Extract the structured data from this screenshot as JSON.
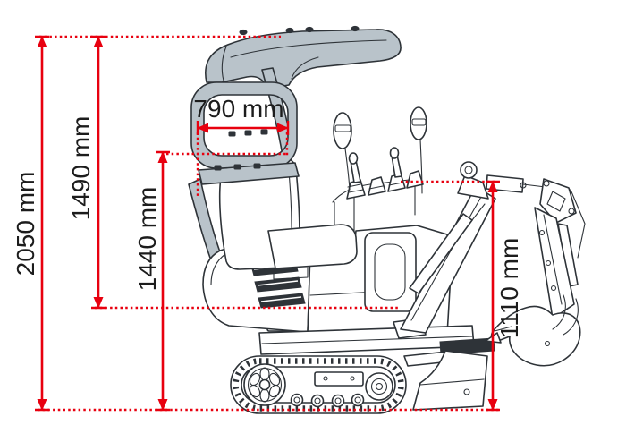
{
  "diagram": {
    "type": "technical-dimension-drawing",
    "subject": "mini excavator side view with canopy",
    "unit": "mm",
    "colors": {
      "dimension_lines": "#e8000f",
      "line_art": "#2e3338",
      "canopy_fill": "#b9c3ca"
    },
    "dimensions": {
      "overall_height": {
        "label": "2050 mm",
        "value": 2050,
        "orientation": "vertical"
      },
      "canopy_height": {
        "label": "1490 mm",
        "value": 1490,
        "orientation": "vertical"
      },
      "frame_height": {
        "label": "1440 mm",
        "value": 1440,
        "orientation": "vertical"
      },
      "canopy_width": {
        "label": "790 mm",
        "value": 790,
        "orientation": "horizontal"
      },
      "boom_pivot_height": {
        "label": "1110 mm",
        "value": 1110,
        "orientation": "vertical"
      }
    }
  }
}
